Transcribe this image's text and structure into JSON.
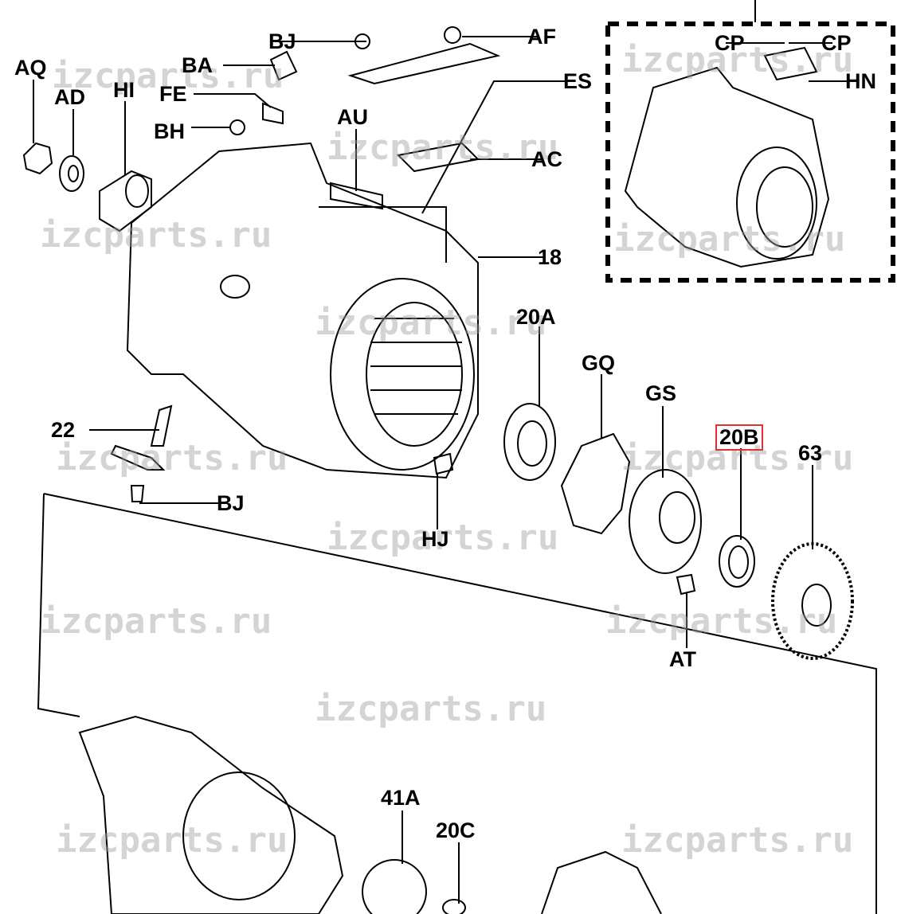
{
  "watermark": "izcparts.ru",
  "highlight_color": "#e03030",
  "labels": {
    "AQ": "AQ",
    "AD": "AD",
    "HI": "HI",
    "BJ_top": "BJ",
    "BA": "BA",
    "FE": "FE",
    "BH": "BH",
    "AU": "AU",
    "AF": "AF",
    "ES": "ES",
    "AC": "AC",
    "CP_left": "CP",
    "CP_right": "CP",
    "HN": "HN",
    "p18": "18",
    "p20A": "20A",
    "GQ": "GQ",
    "GS": "GS",
    "p20B": "20B",
    "p63": "63",
    "p22": "22",
    "BJ_bottom": "BJ",
    "HJ": "HJ",
    "AT": "AT",
    "p41A": "41A",
    "p20C": "20C"
  }
}
